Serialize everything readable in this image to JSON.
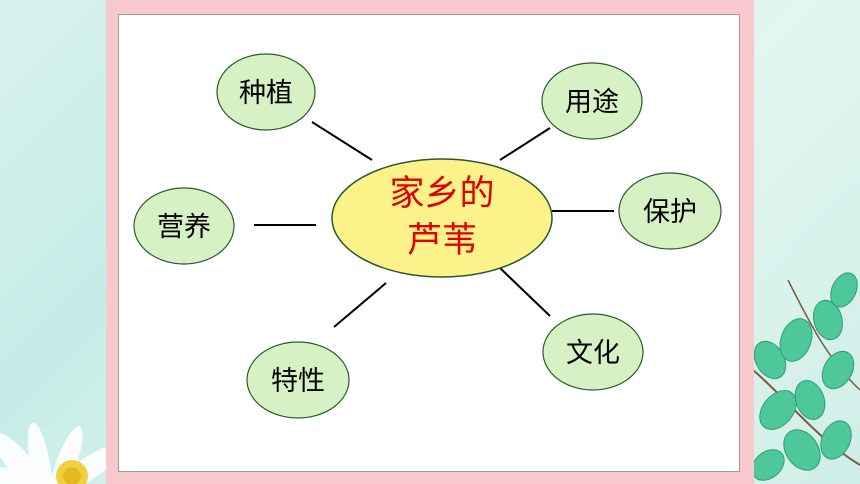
{
  "center": {
    "line1": "家乡的",
    "line2": "芦苇",
    "fill": "#fbf38a",
    "text_color": "#e00000"
  },
  "nodes": [
    {
      "key": "planting",
      "label": "种植"
    },
    {
      "key": "uses",
      "label": "用途"
    },
    {
      "key": "nutrition",
      "label": "营养"
    },
    {
      "key": "protection",
      "label": "保护"
    },
    {
      "key": "traits",
      "label": "特性"
    },
    {
      "key": "culture",
      "label": "文化"
    }
  ],
  "colors": {
    "node_fill": "#d6f2c4",
    "node_stroke": "#2a5a2a",
    "frame": "#f7c8cc",
    "background": "#cfeee7"
  }
}
